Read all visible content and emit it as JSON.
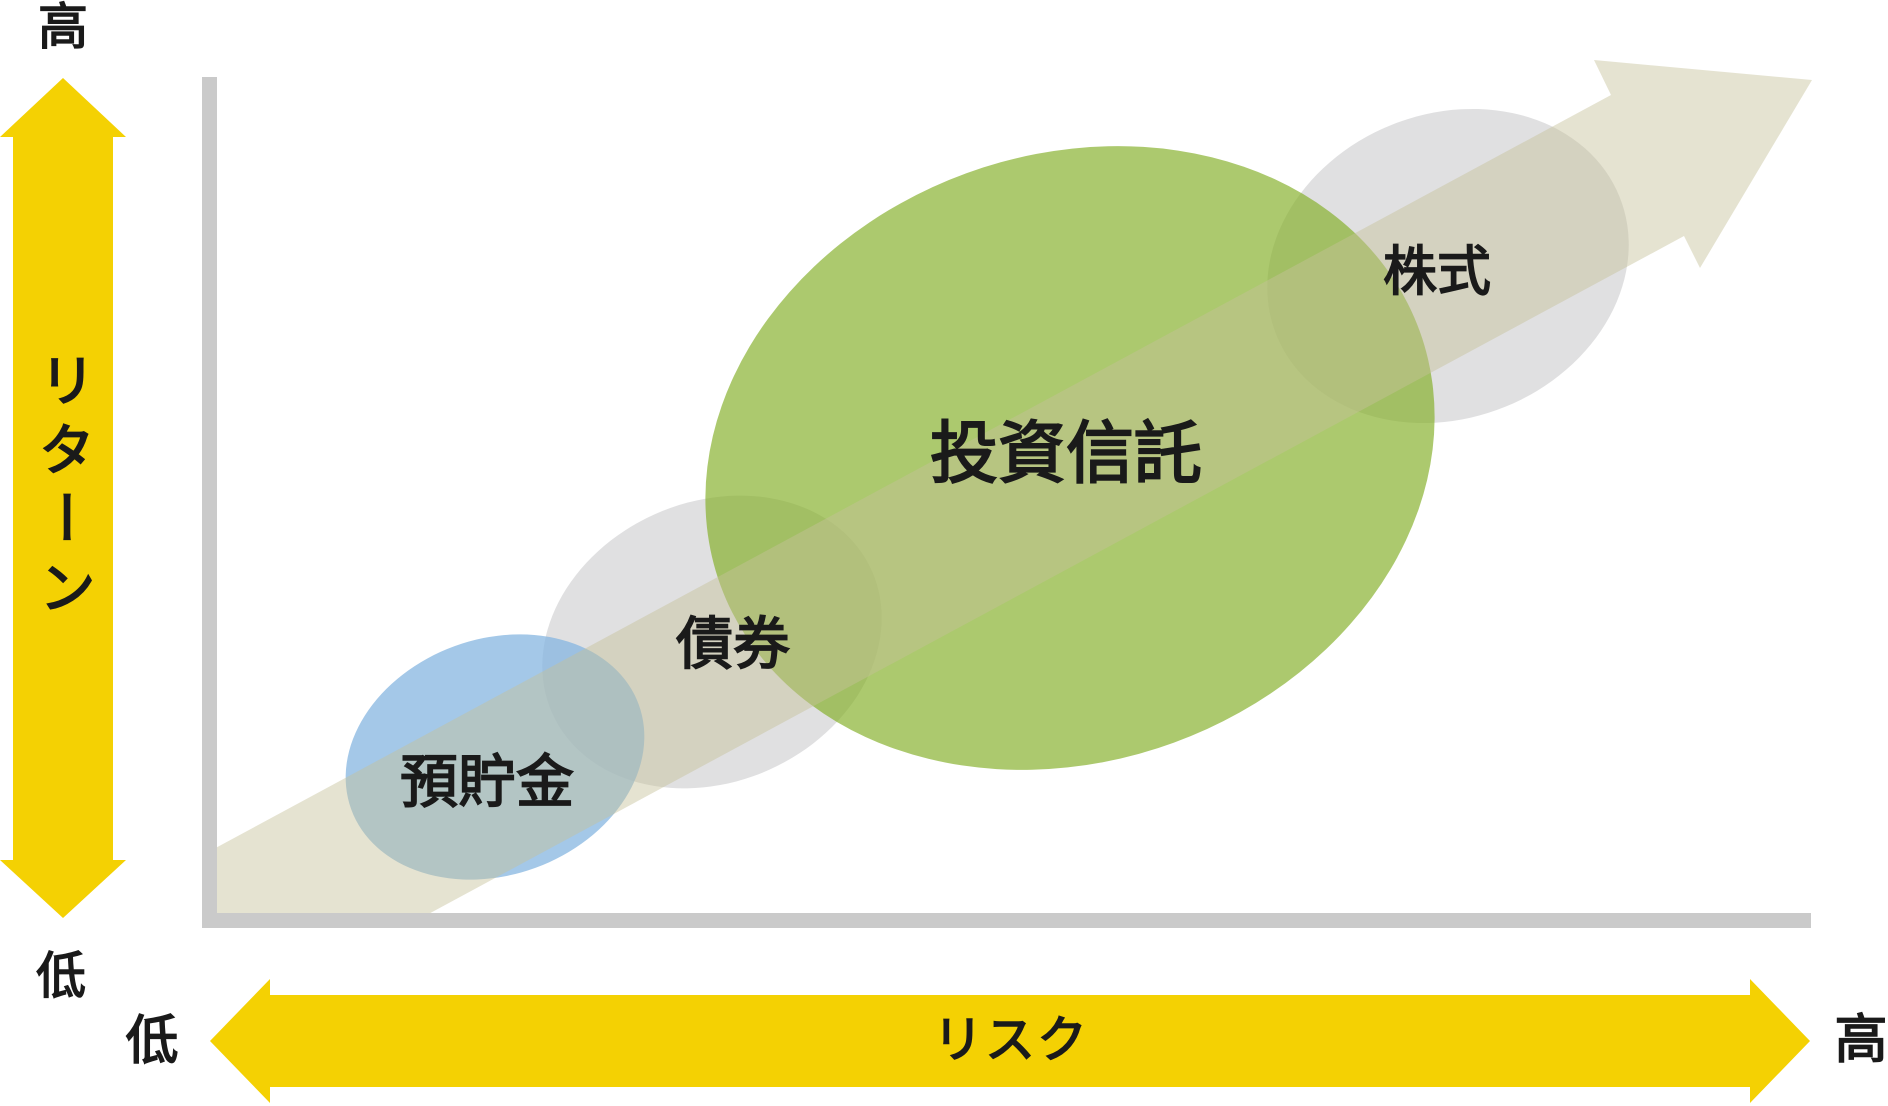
{
  "y_axis": {
    "title": "リターン",
    "high_label": "高",
    "low_label": "低"
  },
  "x_axis": {
    "title": "リスク",
    "high_label": "高",
    "low_label": "低"
  },
  "assets": {
    "deposit": {
      "label": "預貯金"
    },
    "bond": {
      "label": "債券"
    },
    "fund": {
      "label": "投資信託"
    },
    "stock": {
      "label": "株式"
    }
  },
  "colors": {
    "yellow_arrow": "#F4D103",
    "trend_band": "#C6C199",
    "green_bubble": "#85B02A",
    "gray_bubble": "#D8D8DA",
    "blue_bubble": "#85B5E0",
    "axis_line": "#CACACA",
    "text": "#1A1A1A"
  },
  "chart_data": {
    "type": "scatter",
    "xlabel": "リスク",
    "ylabel": "リターン",
    "x_axis_endpoints": [
      "低",
      "高"
    ],
    "y_axis_endpoints": [
      "低",
      "高"
    ],
    "grid": false,
    "points": [
      {
        "label": "預貯金",
        "risk": 0.17,
        "return": 0.19,
        "bubble_color": "#A0C5E7"
      },
      {
        "label": "債券",
        "risk": 0.31,
        "return": 0.32,
        "bubble_color": "#E0E0E2"
      },
      {
        "label": "投資信託",
        "risk": 0.54,
        "return": 0.54,
        "bubble_color": "#AEC86C"
      },
      {
        "label": "株式",
        "risk": 0.77,
        "return": 0.77,
        "bubble_color": "#E0E0E2"
      }
    ],
    "annotations": [
      {
        "type": "block-arrow",
        "direction": "up-right",
        "from": [
          "低リスク",
          "低リターン"
        ],
        "to": [
          "高リスク",
          "高リターン"
        ]
      }
    ]
  }
}
